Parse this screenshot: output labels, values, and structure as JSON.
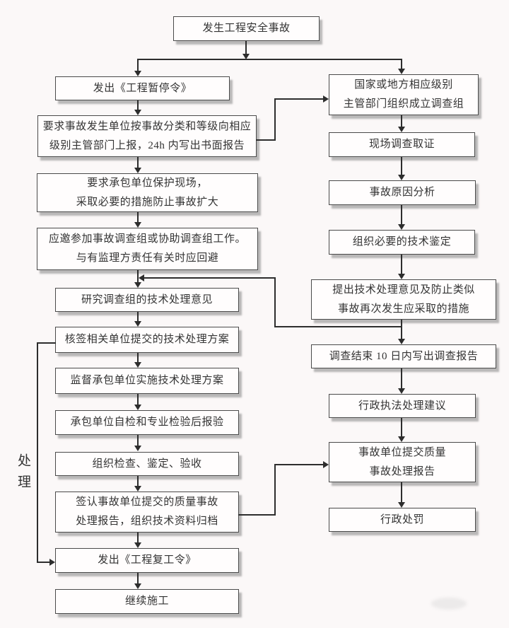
{
  "diagram": {
    "side_label": "处理",
    "colors": {
      "background": "#fbf8f8",
      "box_fill": "#fffdfd",
      "box_border": "#4a4a4a",
      "line": "#2d2d2d",
      "text": "#333333"
    },
    "nodes": {
      "t1": {
        "label": "发生工程安全事故"
      },
      "l1": {
        "label": "发出《工程暂停令》"
      },
      "l2": {
        "label": "要求事故发生单位按事故分类和等级向相应\n级别主管部门上报，24h 内写出书面报告"
      },
      "l3": {
        "label": "要求承包单位保护现场，\n采取必要的措施防止事故扩大"
      },
      "l4": {
        "label": "应邀参加事故调查组或协助调查组工作。\n与有监理方责任有关时应回避"
      },
      "l5": {
        "label": "研究调查组的技术处理意见"
      },
      "l6": {
        "label": "核签相关单位提交的技术处理方案"
      },
      "l7": {
        "label": "监督承包单位实施技术处理方案"
      },
      "l8": {
        "label": "承包单位自检和专业检验后报验"
      },
      "l9": {
        "label": "组织检查、鉴定、验收"
      },
      "l10": {
        "label": "签认事故单位提交的质量事故\n处理报告，组织技术资料归档"
      },
      "l11": {
        "label": "发出《工程复工令》"
      },
      "l12": {
        "label": "继续施工"
      },
      "r1": {
        "label": "国家或地方相应级别\n主管部门组织成立调查组"
      },
      "r2": {
        "label": "现场调查取证"
      },
      "r3": {
        "label": "事故原因分析"
      },
      "r4": {
        "label": "组织必要的技术鉴定"
      },
      "r5": {
        "label": "提出技术处理意见及防止类似\n事故再次发生应采取的措施"
      },
      "r6": {
        "label": "调查结束 10 日内写出调查报告"
      },
      "r7": {
        "label": "行政执法处理建议"
      },
      "r8": {
        "label": "事故单位提交质量\n事故处理报告"
      },
      "r9": {
        "label": "行政处罚"
      }
    }
  }
}
